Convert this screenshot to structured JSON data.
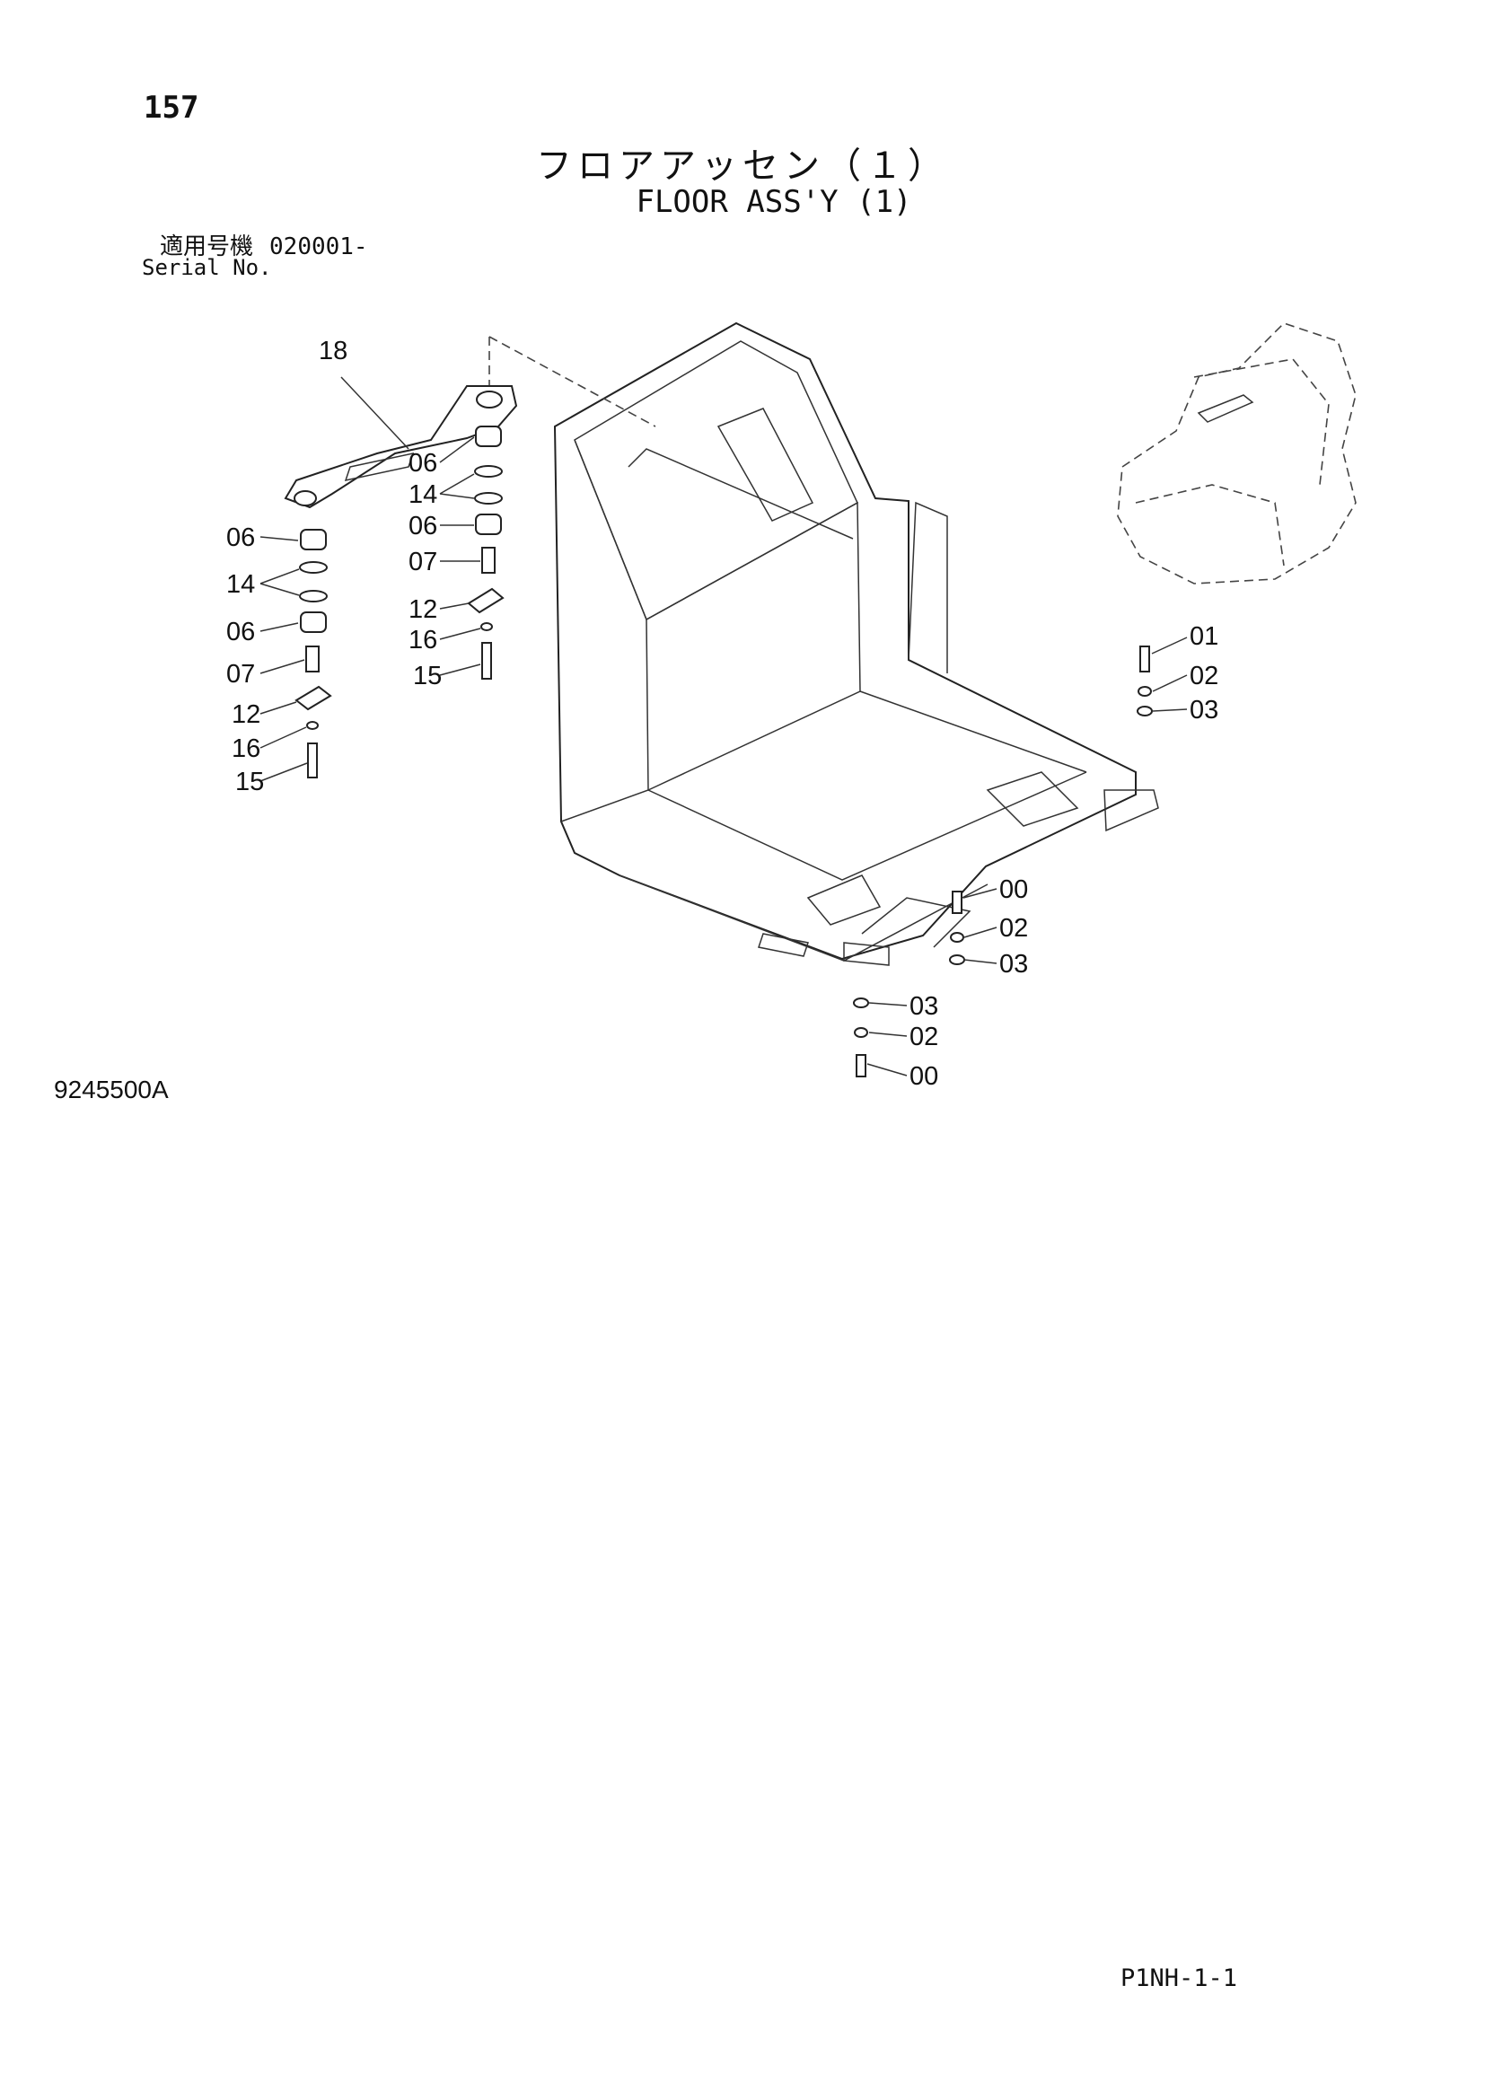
{
  "header": {
    "page_number": "157",
    "title_ja": "フロアアッセン（１）",
    "title_en": "FLOOR ASS'Y (1)",
    "serial_label_ja": "適用号機",
    "serial_value": "020001-",
    "serial_label_en": "Serial No."
  },
  "callouts": {
    "c18": "18",
    "c06a": "06",
    "c14a": "14",
    "c06b": "06",
    "c07a": "07",
    "c12a": "12",
    "c16a": "16",
    "c15a": "15",
    "c06c": "06",
    "c14b": "14",
    "c06d": "06",
    "c07b": "07",
    "c12b": "12",
    "c16b": "16",
    "c15b": "15",
    "c01": "01",
    "c02a": "02",
    "c03a": "03",
    "c00a": "00",
    "c02b": "02",
    "c03b": "03",
    "c03c": "03",
    "c02c": "02",
    "c00b": "00"
  },
  "footer": {
    "drawing_id": "9245500A",
    "page_code": "P1NH-1-1"
  }
}
